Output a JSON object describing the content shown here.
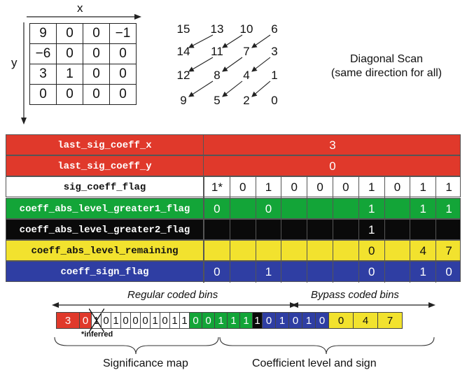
{
  "matrix": {
    "x_label": "x",
    "y_label": "y",
    "rows": [
      [
        "9",
        "0",
        "0",
        "−1"
      ],
      [
        "−6",
        "0",
        "0",
        "0"
      ],
      [
        "3",
        "1",
        "0",
        "0"
      ],
      [
        "0",
        "0",
        "0",
        "0"
      ]
    ]
  },
  "scan": {
    "rows": [
      [
        "15",
        "13",
        "10",
        "6"
      ],
      [
        "14",
        "11",
        "7",
        "3"
      ],
      [
        "12",
        "8",
        "4",
        "1"
      ],
      [
        "9",
        "5",
        "2",
        "0"
      ]
    ],
    "title_line1": "Diagonal Scan",
    "title_line2": "(same direction for all)"
  },
  "table": {
    "rows": [
      {
        "name": "last_sig_coeff_x",
        "bg": "#e0392b",
        "fg": "#ffffff",
        "span": "3"
      },
      {
        "name": "last_sig_coeff_y",
        "bg": "#e0392b",
        "fg": "#ffffff",
        "span": "0"
      },
      {
        "name": "sig_coeff_flag",
        "bg": "#ffffff",
        "fg": "#111111",
        "cells": [
          "1*",
          "0",
          "1",
          "0",
          "0",
          "0",
          "1",
          "0",
          "1",
          "1"
        ]
      },
      {
        "name": "coeff_abs_level_greater1_flag",
        "bg": "#13a538",
        "fg": "#ffffff",
        "cells": [
          "0",
          "",
          "0",
          "",
          "",
          "",
          "1",
          "",
          "1",
          "1"
        ]
      },
      {
        "name": "coeff_abs_level_greater2_flag",
        "bg": "#0a0a0a",
        "fg": "#ffffff",
        "cells": [
          "",
          "",
          "",
          "",
          "",
          "",
          "1",
          "",
          "",
          ""
        ]
      },
      {
        "name": "coeff_abs_level_remaining",
        "bg": "#f2e22e",
        "fg": "#111111",
        "cells": [
          "",
          "",
          "",
          "",
          "",
          "",
          "0",
          "",
          "4",
          "7"
        ]
      },
      {
        "name": "coeff_sign_flag",
        "bg": "#2f3ea3",
        "fg": "#ffffff",
        "cells": [
          "0",
          "",
          "1",
          "",
          "",
          "",
          "0",
          "",
          "1",
          "0"
        ]
      }
    ]
  },
  "bins": {
    "regular_label": "Regular coded bins",
    "bypass_label": "Bypass coded bins",
    "inferred_label": "*inferred",
    "sequence": [
      {
        "v": "3",
        "bg": "#e0392b",
        "fg": "#ffffff",
        "w": 34
      },
      {
        "v": "0",
        "bg": "#e0392b",
        "fg": "#ffffff",
        "w": 17
      },
      {
        "v": "1",
        "bg": "#ffffff",
        "fg": "#111111",
        "w": 14,
        "crossed": true
      },
      {
        "v": "0",
        "bg": "#ffffff",
        "fg": "#111111",
        "w": 14
      },
      {
        "v": "1",
        "bg": "#ffffff",
        "fg": "#111111",
        "w": 14
      },
      {
        "v": "0",
        "bg": "#ffffff",
        "fg": "#111111",
        "w": 14
      },
      {
        "v": "0",
        "bg": "#ffffff",
        "fg": "#111111",
        "w": 14
      },
      {
        "v": "0",
        "bg": "#ffffff",
        "fg": "#111111",
        "w": 14
      },
      {
        "v": "1",
        "bg": "#ffffff",
        "fg": "#111111",
        "w": 14
      },
      {
        "v": "0",
        "bg": "#ffffff",
        "fg": "#111111",
        "w": 14
      },
      {
        "v": "1",
        "bg": "#ffffff",
        "fg": "#111111",
        "w": 14
      },
      {
        "v": "1",
        "bg": "#ffffff",
        "fg": "#111111",
        "w": 14
      },
      {
        "v": "0",
        "bg": "#13a538",
        "fg": "#ffffff",
        "w": 18
      },
      {
        "v": "0",
        "bg": "#13a538",
        "fg": "#ffffff",
        "w": 18
      },
      {
        "v": "1",
        "bg": "#13a538",
        "fg": "#ffffff",
        "w": 18
      },
      {
        "v": "1",
        "bg": "#13a538",
        "fg": "#ffffff",
        "w": 18
      },
      {
        "v": "1",
        "bg": "#13a538",
        "fg": "#ffffff",
        "w": 18
      },
      {
        "v": "1",
        "bg": "#0a0a0a",
        "fg": "#ffffff",
        "w": 14
      },
      {
        "v": "0",
        "bg": "#2f3ea3",
        "fg": "#ffffff",
        "w": 19
      },
      {
        "v": "1",
        "bg": "#2f3ea3",
        "fg": "#ffffff",
        "w": 19
      },
      {
        "v": "0",
        "bg": "#2f3ea3",
        "fg": "#ffffff",
        "w": 19
      },
      {
        "v": "1",
        "bg": "#2f3ea3",
        "fg": "#ffffff",
        "w": 19
      },
      {
        "v": "0",
        "bg": "#2f3ea3",
        "fg": "#ffffff",
        "w": 19
      },
      {
        "v": "0",
        "bg": "#f2e22e",
        "fg": "#111111",
        "w": 35
      },
      {
        "v": "4",
        "bg": "#f2e22e",
        "fg": "#111111",
        "w": 35
      },
      {
        "v": "7",
        "bg": "#f2e22e",
        "fg": "#111111",
        "w": 35
      }
    ],
    "significance_label": "Significance map",
    "level_label": "Coefficient level and sign"
  }
}
